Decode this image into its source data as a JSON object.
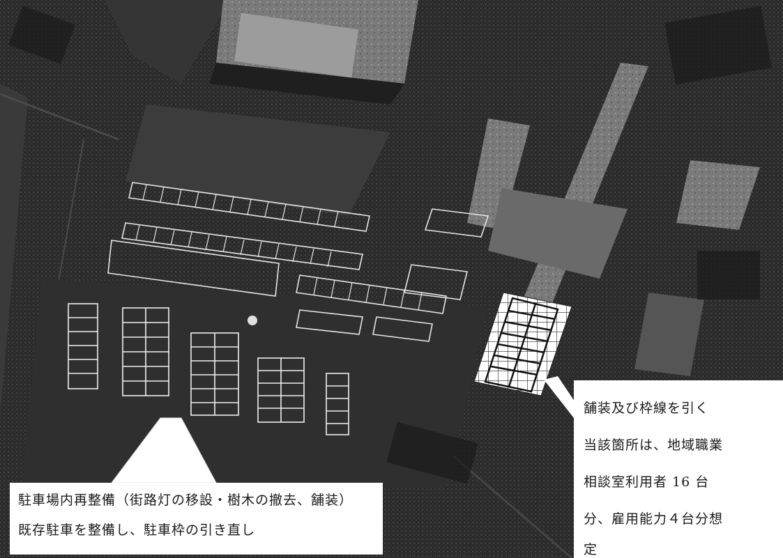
{
  "callout_left": {
    "line1": "駐車場内再整備（街路灯の移設・樹木の撤去、舗装）",
    "line2": "既存駐車を整備し、駐車枠の引き直し"
  },
  "callout_right": {
    "line1": "舗装及び枠線を引く",
    "line2": "当該箇所は、地域職業",
    "line3": "相談室利用者 16 台",
    "line4": "分、雇用能力４台分想",
    "line5": "定"
  },
  "colors": {
    "photo_background": "#2a2a2a",
    "building": "#6e6e6e",
    "marking": "#ffffff",
    "callout_background": "#ffffff",
    "text": "#1a1a1a"
  }
}
